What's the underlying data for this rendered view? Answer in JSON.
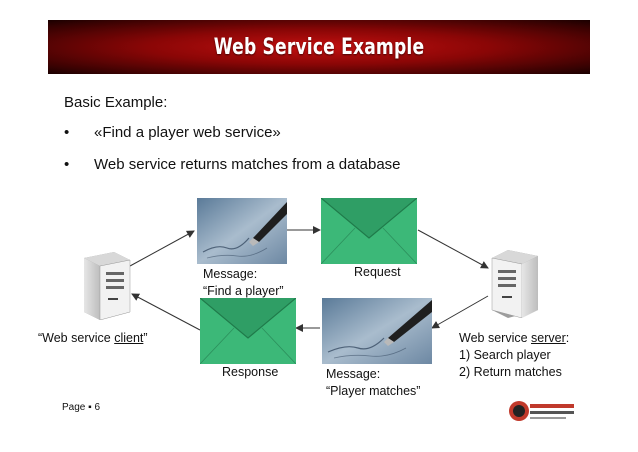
{
  "title": "Web Service Example",
  "intro": "Basic Example:",
  "bullets": [
    "«Find a player web service»",
    "Web service returns matches from a database"
  ],
  "labels": {
    "msg_find_line1": "Message:",
    "msg_find_line2": "“Find a player”",
    "request": "Request",
    "response": "Response",
    "msg_matches_line1": "Message:",
    "msg_matches_line2": "“Player matches”",
    "client_open": "“Web service ",
    "client_word": "client",
    "client_close": "”",
    "server_prefix": "Web service ",
    "server_word": "server",
    "server_suffix": ":",
    "server_step1": "1)   Search player",
    "server_step2": "2)   Return matches"
  },
  "footer": "Page ▪ 6",
  "colors": {
    "banner": "#a80b0b",
    "envelope": "#3cb878",
    "arrow": "#333333"
  }
}
